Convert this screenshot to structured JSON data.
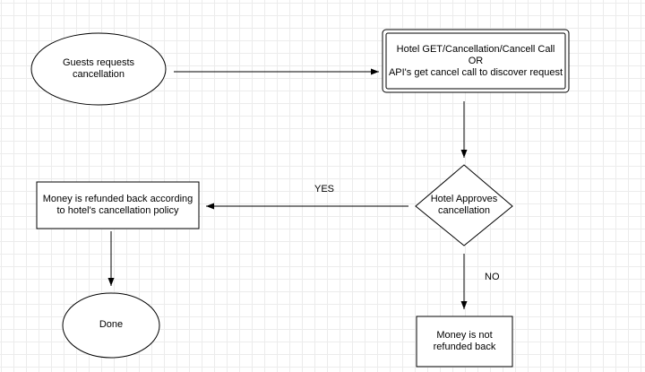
{
  "nodes": {
    "guest_request": {
      "line1": "Guests requests",
      "line2": "cancellation"
    },
    "hotel_call": {
      "line1": "Hotel GET/Cancellation/Cancell Call",
      "line2": "OR",
      "line3": "API's get cancel call to discover request"
    },
    "decision": {
      "line1": "Hotel Approves",
      "line2": "cancellation"
    },
    "refunded": {
      "line1": "Money is refunded back according",
      "line2": "to hotel's cancellation policy"
    },
    "done": {
      "label": "Done"
    },
    "not_refunded": {
      "line1": "Money is not",
      "line2": "refunded back"
    }
  },
  "edges": {
    "yes_label": "YES",
    "no_label": "NO"
  }
}
